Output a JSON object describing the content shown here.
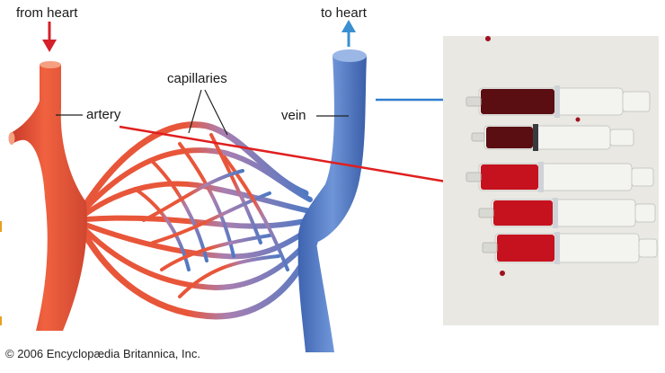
{
  "labels": {
    "from_heart": "from heart",
    "to_heart": "to heart",
    "capillaries": "capillaries",
    "artery": "artery",
    "vein": "vein"
  },
  "copyright": "© 2006 Encyclopædia Britannica, Inc.",
  "colors": {
    "artery": "#e8563a",
    "vein": "#4f79c4",
    "flow_arrow_in": "#d4202a",
    "flow_arrow_out": "#3a8fd0",
    "pointer_to_vein_blood": "#2f7fcf",
    "pointer_to_artery_blood": "#e01f1f",
    "dark_venous_blood": "#5a0e12",
    "bright_arterial_blood": "#c6121e"
  },
  "syringe_photo": {
    "syringes": [
      {
        "blood": "dark"
      },
      {
        "blood": "dark"
      },
      {
        "blood": "bright"
      },
      {
        "blood": "bright"
      },
      {
        "blood": "bright"
      }
    ]
  }
}
